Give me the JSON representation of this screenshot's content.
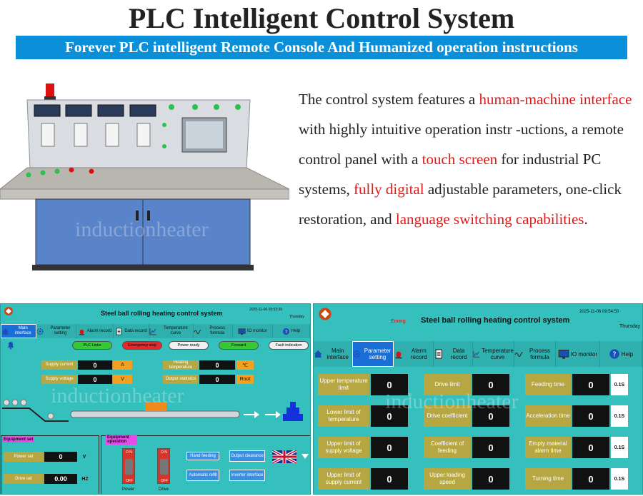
{
  "header": {
    "title": "PLC Intelligent Control System",
    "banner": "Forever PLC intelligent Remote Console And Humanized operation instructions"
  },
  "description": {
    "parts": [
      {
        "text": "The control system features a ",
        "hl": false
      },
      {
        "text": "human-machine interface",
        "hl": true
      },
      {
        "text": " with highly intuitive operation instr -uctions, a remote control panel with a ",
        "hl": false
      },
      {
        "text": "touch screen",
        "hl": true
      },
      {
        "text": " for industrial PC systems, ",
        "hl": false
      },
      {
        "text": "fully digital",
        "hl": true
      },
      {
        "text": " adjustable parameters, one-click restoration, and ",
        "hl": false
      },
      {
        "text": "language switching capabilities",
        "hl": true
      },
      {
        "text": ".",
        "hl": false
      }
    ]
  },
  "watermark": "inductionheater",
  "hmi_left": {
    "title": "Steel ball rolling heating control system",
    "datetime": "2025-11-06 09:53:39",
    "day": "Thursday",
    "nav": [
      {
        "label": "Main interface",
        "icon": "home-icon",
        "active": true
      },
      {
        "label": "Parameter setting",
        "icon": "gear-icon",
        "active": false
      },
      {
        "label": "Alarm record",
        "icon": "alarm-icon",
        "active": false
      },
      {
        "label": "Data record",
        "icon": "document-icon",
        "active": false
      },
      {
        "label": "Temperature curve",
        "icon": "chart-icon",
        "active": false
      },
      {
        "label": "Process formula",
        "icon": "wave-icon",
        "active": false
      },
      {
        "label": "IO monitor",
        "icon": "monitor-icon",
        "active": false
      },
      {
        "label": "Help",
        "icon": "help-icon",
        "active": false
      }
    ],
    "status": [
      {
        "label": "PLC Links",
        "color": "#36c936"
      },
      {
        "label": "Emergency stop",
        "color": "#e62828"
      },
      {
        "label": "Power ready",
        "color": "#f0f0f0"
      },
      {
        "label": "Forward",
        "color": "#36c936"
      },
      {
        "label": "Fault indication",
        "color": "#f0f0f0"
      }
    ],
    "readings": [
      {
        "label": "Supply current",
        "value": "0",
        "unit": "A"
      },
      {
        "label": "Supply voltage",
        "value": "0",
        "unit": "V"
      },
      {
        "label": "Heating temperature",
        "value": "0",
        "unit": "℃"
      },
      {
        "label": "Output statistics",
        "value": "0",
        "unit": "Root"
      }
    ],
    "equipment_set": {
      "label": "Equipment set",
      "power_label": "Power set",
      "power_value": "0",
      "power_unit": "V",
      "drive_label": "Drive set",
      "drive_value": "0.00",
      "drive_unit": "HZ"
    },
    "equipment_operation": {
      "label": "Equipment operation",
      "power_switch": "Power",
      "drive_switch": "Drive",
      "switch_on": "O N",
      "switch_off": "OFF",
      "buttons": [
        "Hand feeding",
        "Output clearance",
        "Automatic refill",
        "Inverter interface"
      ]
    }
  },
  "hmi_right": {
    "title": "Steel ball rolling heating control system",
    "datetime": "2025-11-06 09:54:50",
    "day": "Thursday",
    "emergency": "Emerg",
    "nav": [
      {
        "label": "Main interface",
        "icon": "home-icon",
        "active": false
      },
      {
        "label": "Parameter setting",
        "icon": "gear-icon",
        "active": true
      },
      {
        "label": "Alarm record",
        "icon": "alarm-icon",
        "active": false
      },
      {
        "label": "Data record",
        "icon": "document-icon",
        "active": false
      },
      {
        "label": "Temperature curve",
        "icon": "chart-icon",
        "active": false
      },
      {
        "label": "Process formula",
        "icon": "wave-icon",
        "active": false
      },
      {
        "label": "IO monitor",
        "icon": "monitor-icon",
        "active": false
      },
      {
        "label": "Help",
        "icon": "help-icon",
        "active": false
      }
    ],
    "params": [
      [
        {
          "label": "Upper temperature limit",
          "value": "0"
        },
        {
          "label": "Drive limit",
          "value": "0"
        },
        {
          "label": "Feeding time",
          "value": "0",
          "unit": "0.1S"
        }
      ],
      [
        {
          "label": "Lower limit of temperature",
          "value": "0"
        },
        {
          "label": "Drive coefficient",
          "value": "0"
        },
        {
          "label": "Acceleration time",
          "value": "0",
          "unit": "0.1S"
        }
      ],
      [
        {
          "label": "Upper limit of supply voltage",
          "value": "0"
        },
        {
          "label": "Coefficient of feeding",
          "value": "0"
        },
        {
          "label": "Empty material alarm time",
          "value": "0",
          "unit": "0.1S"
        }
      ],
      [
        {
          "label": "Upper limit of supply current",
          "value": "0"
        },
        {
          "label": "Upper loading speed",
          "value": "0"
        },
        {
          "label": "Turning time",
          "value": "0",
          "unit": "0.1S"
        }
      ]
    ]
  }
}
